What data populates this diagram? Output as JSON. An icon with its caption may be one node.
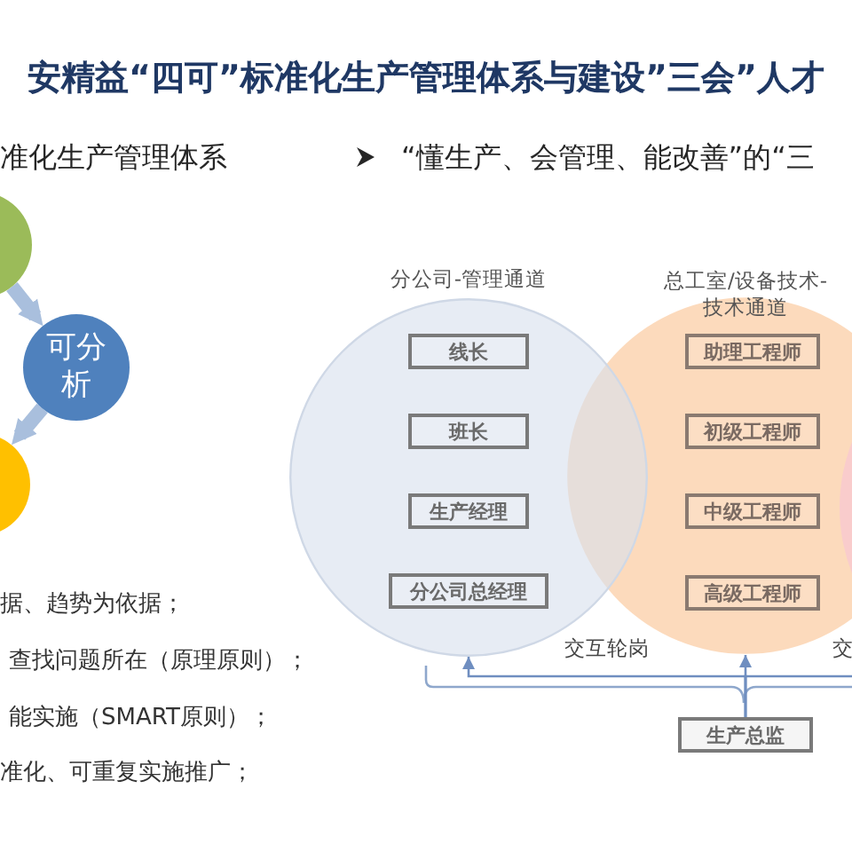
{
  "diagram": {
    "title": "安精益“四可”标准化生产管理体系与建设”三会”人才",
    "nodes": [
      {
        "text": [],
        "shape": "circle"
      },
      {
        "text": [
          "可分析"
        ]
      },
      {
        "text": [],
        "shape": "circle"
      },
      {
        "text": [
          "分公司-管理通道"
        ]
      },
      {
        "text": [
          "线长"
        ],
        "in": 3
      },
      {
        "text": [
          "班长"
        ],
        "in": 3
      },
      {
        "text": [
          "生产经理"
        ],
        "in": 3
      },
      {
        "text": [
          "分公司总经理"
        ],
        "in": 3
      },
      {
        "text": [
          "总工室/设备技术-技术通道"
        ]
      },
      {
        "text": [
          "助理工程师"
        ],
        "in": 8
      },
      {
        "text": [
          "初级工程师"
        ],
        "in": 8
      },
      {
        "text": [
          "中级工程师"
        ],
        "in": 8
      },
      {
        "text": [
          "高级工程师"
        ],
        "in": 8
      },
      {
        "text": [],
        "shape": "circle"
      },
      {
        "text": [
          "生产总监"
        ]
      }
    ],
    "edges": [
      {
        "from": 0,
        "to": 1,
        "arrow": "to",
        "style": "thick",
        "color": "#a9bfdd"
      },
      {
        "from": 1,
        "to": 2,
        "arrow": "to",
        "style": "thick",
        "color": "#a9bfdd"
      },
      {
        "from": 14,
        "to": 3,
        "arrow": "to"
      },
      {
        "from": 14,
        "to": 8,
        "arrow": "to"
      },
      {
        "from": 14,
        "to": 13,
        "arrow": "none"
      }
    ],
    "labels": [
      "准化生产管理体系",
      "“懂生产、会管理、能改善”的“三",
      "据、趋势为依据；",
      "查找问题所在（原理原则）；",
      "能实施（SMART原则）；",
      "准化、可重复实施推广；",
      "交互轮岗",
      "交"
    ]
  }
}
